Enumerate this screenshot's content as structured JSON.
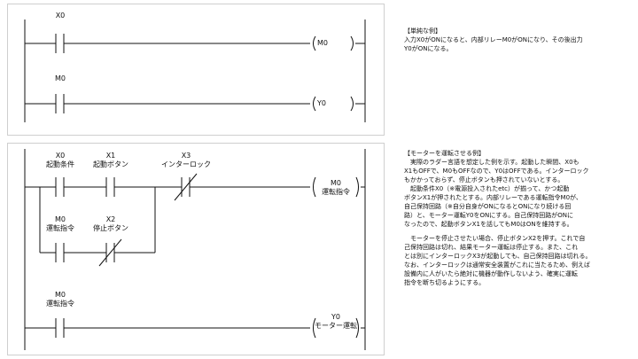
{
  "diagram1": {
    "contact_x0": "X0",
    "coil_m0": "M0",
    "contact_m0": "M0",
    "coil_y0": "Y0"
  },
  "diagram2": {
    "x0_label": "X0",
    "x0_desc": "起動条件",
    "x1_label": "X1",
    "x1_desc": "起動ボタン",
    "x3_label": "X3",
    "x3_desc": "インターロック",
    "m0_coil_label": "M0",
    "m0_coil_desc": "運転指令",
    "m0_contact_label": "M0",
    "m0_contact_desc": "運転指令",
    "x2_label": "X2",
    "x2_desc": "停止ボタン",
    "m0_contact2_label": "M0",
    "m0_contact2_desc": "運転指令",
    "y0_coil_label": "Y0",
    "y0_coil_desc": "モーター運転"
  },
  "note1": {
    "title": "【単純な例】",
    "lines": [
      "入力X0がONになると、内部リレーM0がONになり、その後出力",
      "Y0がONになる。"
    ]
  },
  "note2": {
    "title": "【モーターを運転させる例】",
    "lines": [
      "　実際のラダー言語を想定した例を示す。起動した瞬間、X0も",
      "X1もOFFで、M0もOFFなので、Y0はOFFである。インターロック",
      "もかかっておらず、停止ボタンも押されていないとする。",
      "　起動条件X0（※電源投入されたetc）が揃って、かつ起動",
      "ボタンX1が押されたとする。内部リレーである運転指令M0が、",
      "自己保持回路（※自分自身がONになるとONになり続ける回",
      "路）と、モーター運転Y0をONにする。自己保持回路がONに",
      "なったので、起動ボタンX1を話してもM0はONを維持する。",
      "",
      "　モーターを停止させたい場合、停止ボタンX2を押す。これで自",
      "己保持回路は切れ、結果モーター運転は停止する。また、これ",
      "とは別にインターロックX3が起動しても、自己保持回路は切れる。",
      "なお、インターロックは通常安全装置がこれに当たるため、例えば",
      "設備内に人がいたら絶対に機器が動作しないよう、確実に運転",
      "指令を断ち切るようにする。"
    ]
  }
}
